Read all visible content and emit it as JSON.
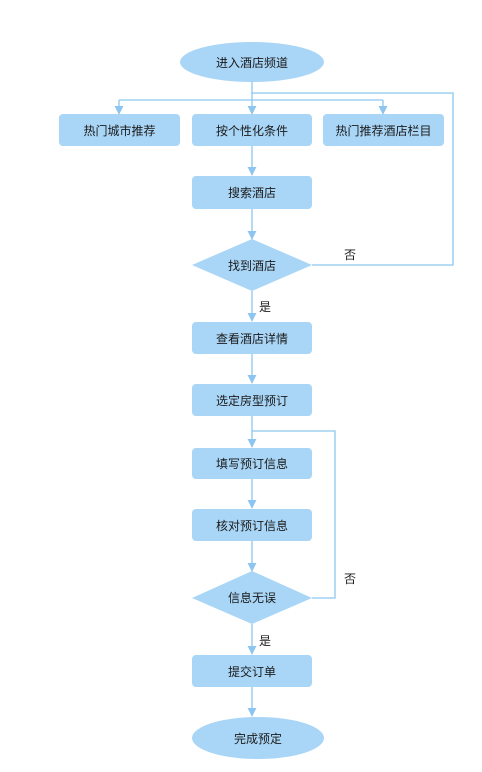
{
  "colors": {
    "node_fill": "#a9d6f7",
    "connector": "#8cc6f0"
  },
  "nodes": {
    "start": "进入酒店频道",
    "hot_city": "热门城市推荐",
    "personal_filter": "按个性化条件",
    "hot_hotel_column": "热门推荐酒店栏目",
    "search_hotel": "搜索酒店",
    "found_hotel": "找到酒店",
    "view_details": "查看酒店详情",
    "select_room": "选定房型预订",
    "fill_info": "填写预订信息",
    "check_info": "核对预订信息",
    "info_ok": "信息无误",
    "submit_order": "提交订单",
    "finish": "完成预定"
  },
  "edge_labels": {
    "found_no": "否",
    "found_yes": "是",
    "info_no": "否",
    "info_yes": "是"
  }
}
